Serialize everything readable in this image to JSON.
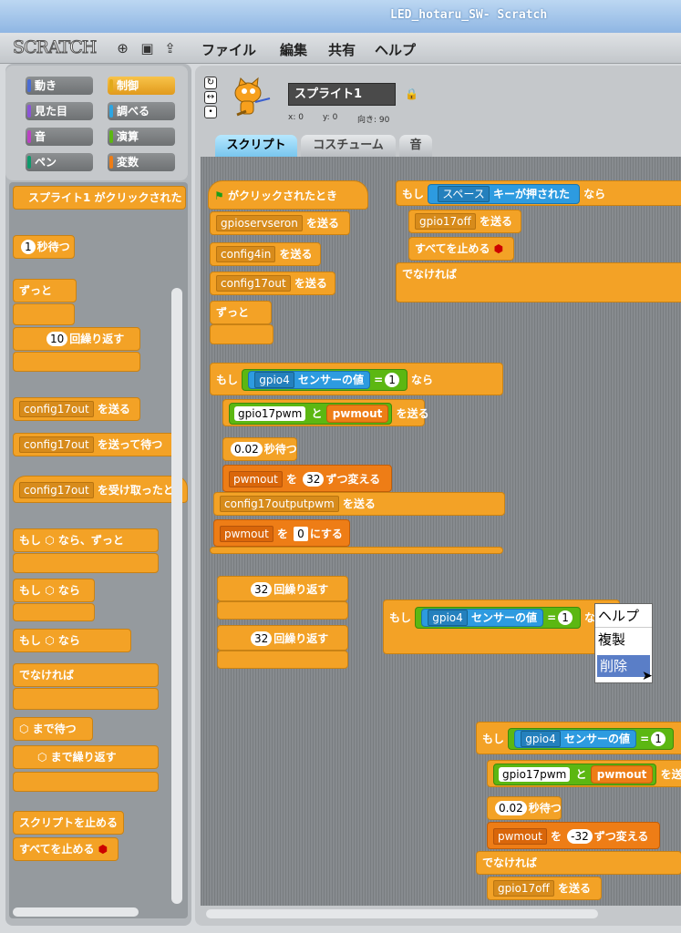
{
  "window": {
    "title": "LED_hotaru_SW- Scratch"
  },
  "menu": {
    "logo": "SCRATCH",
    "file": "ファイル",
    "edit": "編集",
    "share": "共有",
    "help": "ヘルプ"
  },
  "categories": [
    {
      "label": "動き",
      "color": "#4a6cd4"
    },
    {
      "label": "制御",
      "color": "#e1a91a",
      "selected": true
    },
    {
      "label": "見た目",
      "color": "#8a55d7"
    },
    {
      "label": "調べる",
      "color": "#2ca5e2"
    },
    {
      "label": "音",
      "color": "#bb42c3"
    },
    {
      "label": "演算",
      "color": "#5cb712"
    },
    {
      "label": "ペン",
      "color": "#0e9a6c"
    },
    {
      "label": "変数",
      "color": "#ee7d16"
    }
  ],
  "palette": {
    "hat_click": "スプライト1 がクリックされた",
    "wait_val": "1",
    "wait_label": "秒待つ",
    "forever": "ずっと",
    "repeat_val": "10",
    "repeat_label": "回繰り返す",
    "broadcast_dd": "config17out",
    "broadcast_label": "を送る",
    "broadcast_wait_dd": "config17out",
    "broadcast_wait_label": "を送って待つ",
    "receive_dd": "config17out",
    "receive_label": "を受け取ったと",
    "if": "もし",
    "if_forever_label": "なら、ずっと",
    "if_label": "なら",
    "if_label2": "なら",
    "else": "でなければ",
    "wait_until": "まで待つ",
    "repeat_until": "まで繰り返す",
    "stop_script": "スクリプトを止める",
    "stop_all": "すべてを止める"
  },
  "sprite": {
    "name": "スプライト1",
    "x_label": "x: 0",
    "y_label": "y: 0",
    "dir_label": "向き: 90"
  },
  "tabs": {
    "scripts": "スクリプト",
    "costumes": "コスチューム",
    "sound": "音"
  },
  "script1": {
    "hat": "がクリックされたとき",
    "b1": "gpioservseron",
    "b2": "config4in",
    "b3": "config17out",
    "send": "を送る",
    "forever": "ずっと"
  },
  "script2": {
    "if": "もし",
    "key": "スペース",
    "key_label": "キーが押された",
    "then": "なら",
    "b1": "gpio17off",
    "send": "を送る",
    "stopall": "すべてを止める",
    "else": "でなければ"
  },
  "script3": {
    "if": "もし",
    "sensor": "gpio4",
    "sensor_label": "センサーの値",
    "eq": "=",
    "val": "1",
    "then": "なら",
    "join_a": "gpio17pwm",
    "join": "と",
    "join_var": "pwmout",
    "send": "を送る",
    "wait": "0.02",
    "wait_label": "秒待つ",
    "var1": "pwmout",
    "change_by": "を",
    "change_val": "32",
    "change_label": "ずつ変える",
    "b2": "config17outputpwm",
    "var2": "pwmout",
    "set_val": "0",
    "set_label": "にする",
    "set_by": "を"
  },
  "script4": {
    "r1": "32",
    "r_label": "回繰り返す",
    "r2": "32"
  },
  "script5": {
    "if": "もし",
    "sensor": "gpio4",
    "sensor_label": "センサーの値",
    "eq": "=",
    "val": "1",
    "then": "な"
  },
  "script6": {
    "if": "もし",
    "sensor": "gpio4",
    "sensor_label": "センサーの値",
    "eq": "=",
    "val": "1",
    "join_a": "gpio17pwm",
    "join": "と",
    "join_var": "pwmout",
    "send": "を送る",
    "wait": "0.02",
    "wait_label": "秒待つ",
    "var1": "pwmout",
    "change_by": "を",
    "change_val": "-32",
    "change_label": "ずつ変える",
    "else": "でなければ",
    "b1": "gpio17off",
    "send2": "を送る"
  },
  "context_menu": {
    "help": "ヘルプ",
    "duplicate": "複製",
    "delete": "削除"
  }
}
